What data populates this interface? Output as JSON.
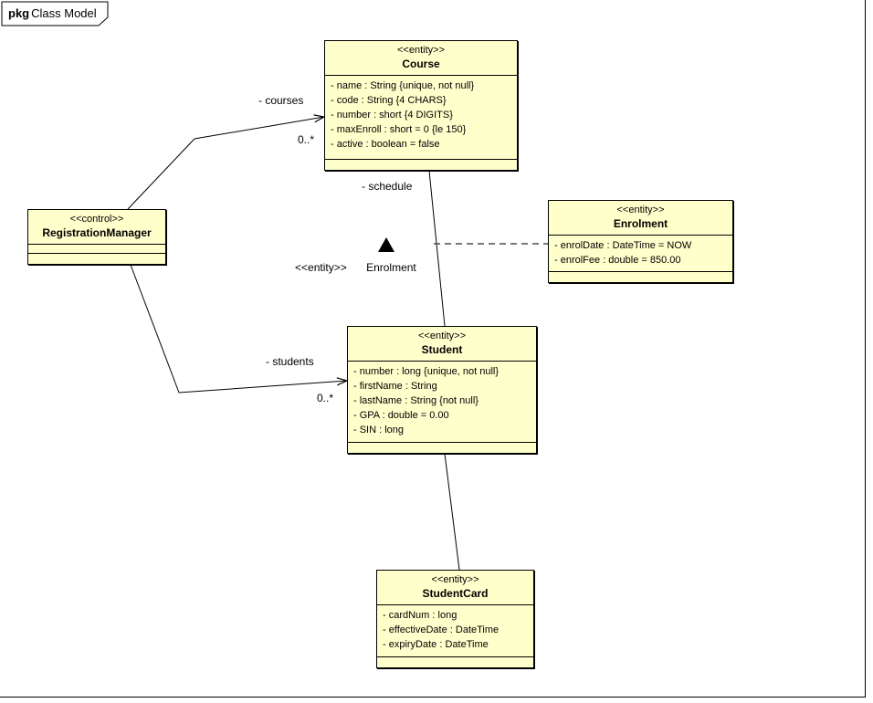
{
  "frame": {
    "keyword": "pkg",
    "title": "Class Model"
  },
  "classes": [
    {
      "id": "registration-manager",
      "stereotype": "<<control>>",
      "name": "RegistrationManager",
      "attributes": []
    },
    {
      "id": "course",
      "stereotype": "<<entity>>",
      "name": "Course",
      "attributes": [
        "- name : String {unique, not null}",
        "- code : String {4 CHARS}",
        "- number : short {4 DIGITS}",
        "- maxEnroll : short = 0 {le 150}",
        "- active : boolean = false"
      ]
    },
    {
      "id": "enrolment",
      "stereotype": "<<entity>>",
      "name": "Enrolment",
      "attributes": [
        "- enrolDate : DateTime = NOW",
        "- enrolFee : double = 850.00"
      ]
    },
    {
      "id": "student",
      "stereotype": "<<entity>>",
      "name": "Student",
      "attributes": [
        "- number : long {unique, not null}",
        "- firstName : String",
        "- lastName : String {not null}",
        "- GPA : double = 0.00",
        "- SIN : long"
      ]
    },
    {
      "id": "student-card",
      "stereotype": "<<entity>>",
      "name": "StudentCard",
      "attributes": [
        "- cardNum : long",
        "- effectiveDate : DateTime",
        "- expiryDate : DateTime"
      ]
    }
  ],
  "associations": {
    "courses": {
      "role": "- courses",
      "multiplicity": "0..*"
    },
    "students": {
      "role": "- students",
      "multiplicity": "0..*"
    },
    "schedule": {
      "role": "- schedule"
    },
    "enrolment_link": {
      "stereotype": "<<entity>>",
      "name": "Enrolment"
    }
  },
  "colors": {
    "class_fill": "#ffffcc",
    "line": "#000000",
    "dashed_line": "#4d4d4d",
    "background": "#ffffff"
  }
}
